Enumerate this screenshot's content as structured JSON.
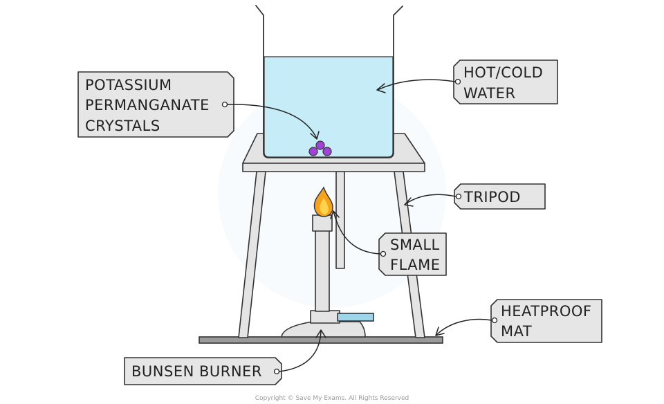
{
  "labels": {
    "potassium_line1": "POTASSIUM",
    "potassium_line2": "PERMANGANATE",
    "potassium_line3": "CRYSTALS",
    "hotcold_line1": "HOT/COLD",
    "hotcold_line2": "WATER",
    "tripod": "TRIPOD",
    "small_line1": "SMALL",
    "small_line2": "FLAME",
    "heatproof_line1": "HEATPROOF",
    "heatproof_line2": "MAT",
    "bunsen": "BUNSEN  BURNER"
  },
  "copyright": "Copyright © Save My Exams. All Rights Reserved",
  "colors": {
    "water": "#c6ecf7",
    "crystals": "#a142d8",
    "flame_outer": "#f6a21d",
    "flame_inner": "#fbd44a",
    "tag_fill": "#e6e6e6",
    "metal_fill": "#e4e4e4",
    "gas_tube": "#9fd5ea"
  }
}
